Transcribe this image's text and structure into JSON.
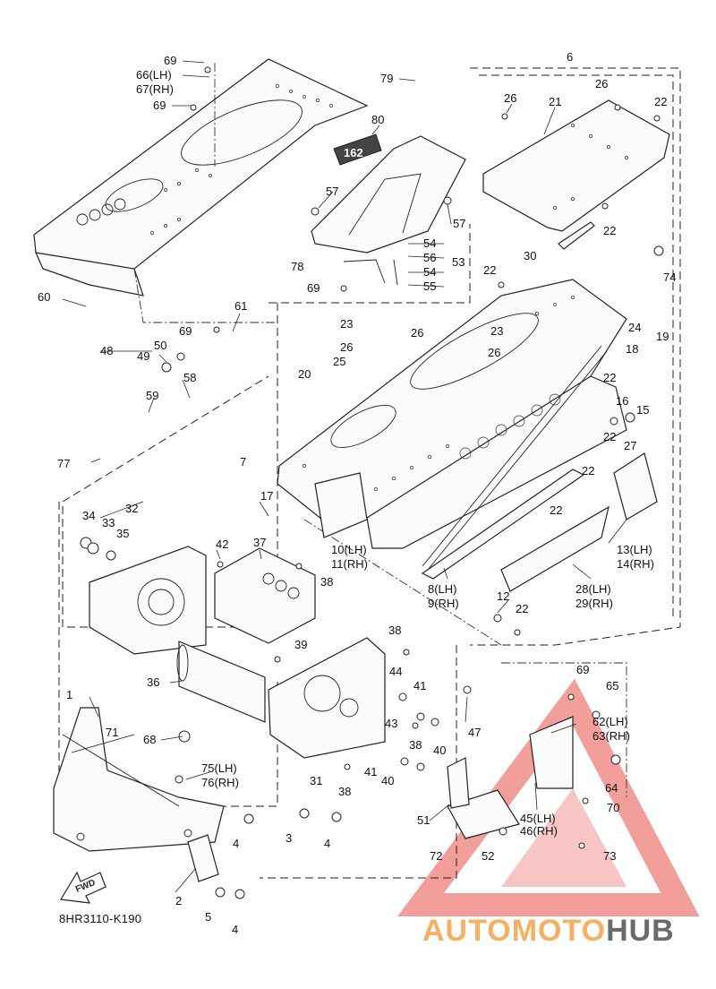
{
  "diagram": {
    "callouts": [
      {
        "id": "c69a",
        "text": "69"
      },
      {
        "id": "c66",
        "text": "66(LH)"
      },
      {
        "id": "c67",
        "text": "67(RH)"
      },
      {
        "id": "c69b",
        "text": "69"
      },
      {
        "id": "c79",
        "text": "79"
      },
      {
        "id": "c6",
        "text": "6"
      },
      {
        "id": "c26a",
        "text": "26"
      },
      {
        "id": "c21",
        "text": "21"
      },
      {
        "id": "c26b",
        "text": "26"
      },
      {
        "id": "c22a",
        "text": "22"
      },
      {
        "id": "c80",
        "text": "80"
      },
      {
        "id": "c57a",
        "text": "57"
      },
      {
        "id": "c57b",
        "text": "57"
      },
      {
        "id": "c54a",
        "text": "54"
      },
      {
        "id": "c56",
        "text": "56"
      },
      {
        "id": "c53",
        "text": "53"
      },
      {
        "id": "c54b",
        "text": "54"
      },
      {
        "id": "c55",
        "text": "55"
      },
      {
        "id": "c78",
        "text": "78"
      },
      {
        "id": "c69c",
        "text": "69"
      },
      {
        "id": "c22b",
        "text": "22"
      },
      {
        "id": "c30",
        "text": "30"
      },
      {
        "id": "c22c",
        "text": "22"
      },
      {
        "id": "c74",
        "text": "74"
      },
      {
        "id": "c60",
        "text": "60"
      },
      {
        "id": "c61",
        "text": "61"
      },
      {
        "id": "c69d",
        "text": "69"
      },
      {
        "id": "c23a",
        "text": "23"
      },
      {
        "id": "c23b",
        "text": "23"
      },
      {
        "id": "c24",
        "text": "24"
      },
      {
        "id": "c19",
        "text": "19"
      },
      {
        "id": "c18",
        "text": "18"
      },
      {
        "id": "c48",
        "text": "48"
      },
      {
        "id": "c50",
        "text": "50"
      },
      {
        "id": "c49",
        "text": "49"
      },
      {
        "id": "c26c",
        "text": "26"
      },
      {
        "id": "c26d",
        "text": "26"
      },
      {
        "id": "c25",
        "text": "25"
      },
      {
        "id": "c26e",
        "text": "26"
      },
      {
        "id": "c20",
        "text": "20"
      },
      {
        "id": "c58",
        "text": "58"
      },
      {
        "id": "c59",
        "text": "59"
      },
      {
        "id": "c22d",
        "text": "22"
      },
      {
        "id": "c16",
        "text": "16"
      },
      {
        "id": "c15",
        "text": "15"
      },
      {
        "id": "c22e",
        "text": "22"
      },
      {
        "id": "c27",
        "text": "27"
      },
      {
        "id": "c77",
        "text": "77"
      },
      {
        "id": "c7",
        "text": "7"
      },
      {
        "id": "c22f",
        "text": "22"
      },
      {
        "id": "c17",
        "text": "17"
      },
      {
        "id": "c22g",
        "text": "22"
      },
      {
        "id": "c34",
        "text": "34"
      },
      {
        "id": "c32",
        "text": "32"
      },
      {
        "id": "c33",
        "text": "33"
      },
      {
        "id": "c35",
        "text": "35"
      },
      {
        "id": "c42",
        "text": "42"
      },
      {
        "id": "c37",
        "text": "37"
      },
      {
        "id": "c10",
        "text": "10(LH)"
      },
      {
        "id": "c11",
        "text": "11(RH)"
      },
      {
        "id": "c13",
        "text": "13(LH)"
      },
      {
        "id": "c14",
        "text": "14(RH)"
      },
      {
        "id": "c38a",
        "text": "38"
      },
      {
        "id": "c8",
        "text": "8(LH)"
      },
      {
        "id": "c9",
        "text": "9(RH)"
      },
      {
        "id": "c28",
        "text": "28(LH)"
      },
      {
        "id": "c29",
        "text": "29(RH)"
      },
      {
        "id": "c12",
        "text": "12"
      },
      {
        "id": "c22h",
        "text": "22"
      },
      {
        "id": "c39",
        "text": "39"
      },
      {
        "id": "c38b",
        "text": "38"
      },
      {
        "id": "c36",
        "text": "36"
      },
      {
        "id": "c44",
        "text": "44"
      },
      {
        "id": "c41a",
        "text": "41"
      },
      {
        "id": "c69e",
        "text": "69"
      },
      {
        "id": "c65",
        "text": "65"
      },
      {
        "id": "c1",
        "text": "1"
      },
      {
        "id": "c43",
        "text": "43"
      },
      {
        "id": "c47",
        "text": "47"
      },
      {
        "id": "c62",
        "text": "62(LH)"
      },
      {
        "id": "c63",
        "text": "63(RH)"
      },
      {
        "id": "c71",
        "text": "71"
      },
      {
        "id": "c68",
        "text": "68"
      },
      {
        "id": "c38c",
        "text": "38"
      },
      {
        "id": "c40a",
        "text": "40"
      },
      {
        "id": "c75",
        "text": "75(LH)"
      },
      {
        "id": "c76",
        "text": "76(RH)"
      },
      {
        "id": "c31",
        "text": "31"
      },
      {
        "id": "c41b",
        "text": "41"
      },
      {
        "id": "c40b",
        "text": "40"
      },
      {
        "id": "c38d",
        "text": "38"
      },
      {
        "id": "c64",
        "text": "64"
      },
      {
        "id": "c70",
        "text": "70"
      },
      {
        "id": "c45",
        "text": "45(LH)"
      },
      {
        "id": "c46",
        "text": "46(RH)"
      },
      {
        "id": "c51",
        "text": "51"
      },
      {
        "id": "c3",
        "text": "3"
      },
      {
        "id": "c4a",
        "text": "4"
      },
      {
        "id": "c4b",
        "text": "4"
      },
      {
        "id": "c72",
        "text": "72"
      },
      {
        "id": "c52",
        "text": "52"
      },
      {
        "id": "c73",
        "text": "73"
      },
      {
        "id": "c2",
        "text": "2"
      },
      {
        "id": "c5",
        "text": "5"
      },
      {
        "id": "c4c",
        "text": "4"
      }
    ],
    "decal_text": "162",
    "fwd_label": "FWD",
    "doc_id": "8HR3110-K190"
  },
  "watermark": {
    "part1": "AUTOMOTO",
    "part2": "HUB",
    "color1": "#f5b061",
    "color2": "#6b6b6b",
    "triangle_color": "#e8504a"
  }
}
